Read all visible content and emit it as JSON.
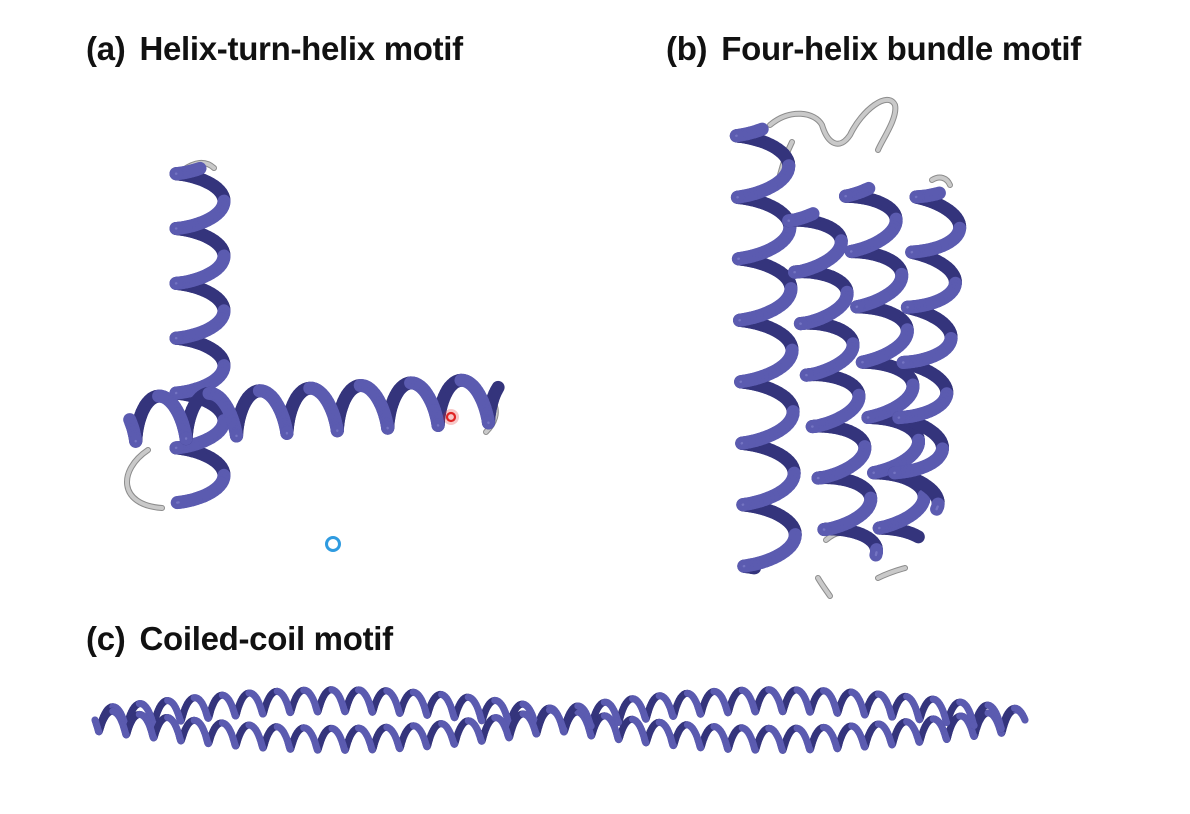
{
  "panels": [
    {
      "id": "a",
      "tag": "(a)",
      "title": "Helix-turn-helix motif"
    },
    {
      "id": "b",
      "tag": "(b)",
      "title": "Four-helix bundle motif"
    },
    {
      "id": "c",
      "tag": "(c)",
      "title": "Coiled-coil motif"
    }
  ],
  "colors": {
    "helix": "#5b5bb0",
    "helix_dark": "#34347c",
    "helix_light": "#8a8ad2",
    "loop": "#c9c9c9",
    "loop_dark": "#8c8c8c",
    "cursor_red": "#e02424",
    "cursor_blue": "#2f9be0"
  },
  "icons": [
    "red-ring-cursor-icon",
    "blue-ring-cursor-icon"
  ]
}
